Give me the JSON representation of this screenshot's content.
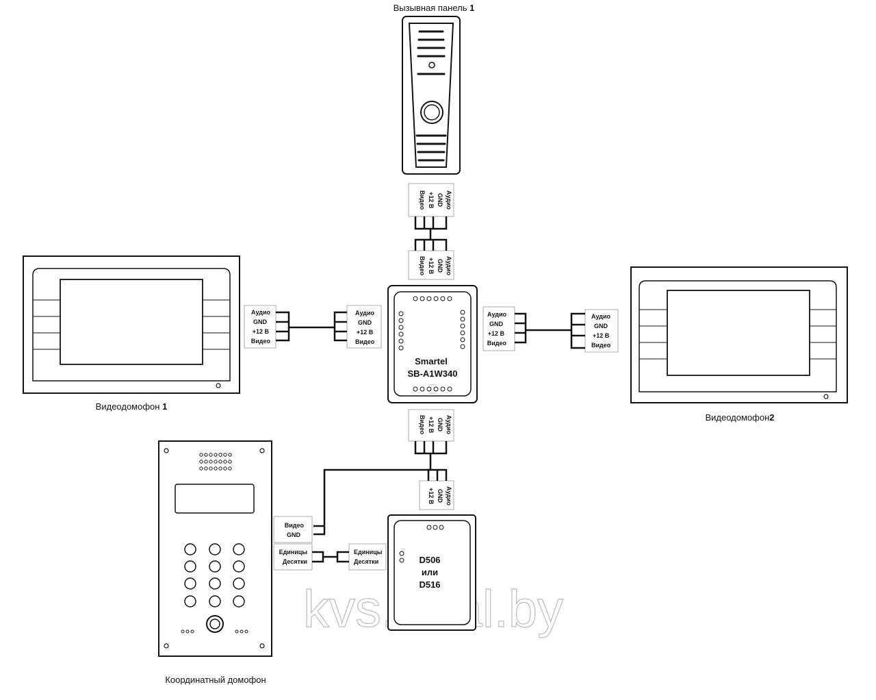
{
  "labels": {
    "call_panel": "Вызывная панель",
    "call_panel_num": "1",
    "monitor1": "Видеодомофон",
    "monitor1_num": "1",
    "monitor2": "Видеодомофон",
    "monitor2_num": "2",
    "coord_intercom": "Координатный домофон",
    "watermark": "kvs.deal.by"
  },
  "terminals": {
    "four": [
      "Аудио",
      "GND",
      "+12 В",
      "Видео"
    ],
    "three": [
      "Аудио",
      "GND",
      "+12 В"
    ],
    "video_gnd": [
      "Видео",
      "GND"
    ],
    "units_tens": [
      "Единицы",
      "Десятки"
    ]
  },
  "devices": {
    "hub_line1": "Smartel",
    "hub_line2": "SB-A1W340",
    "converter_line1": "D506",
    "converter_line2": "или",
    "converter_line3": "D516"
  }
}
